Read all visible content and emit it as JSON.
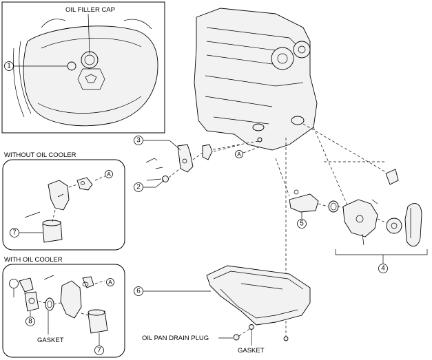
{
  "labels": {
    "oil_filler_cap": "OIL FILLER CAP",
    "without_oil_cooler": "WITHOUT OIL COOLER",
    "with_oil_cooler": "WITH OIL COOLER",
    "gasket_left": "GASKET",
    "oil_pan_drain_plug": "OIL PAN DRAIN PLUG",
    "gasket_bottom": "GASKET"
  },
  "callouts": {
    "c1": "1",
    "c2": "2",
    "c3": "3",
    "c4": "4",
    "c5": "5",
    "c6": "6",
    "c7a": "7",
    "c7b": "7",
    "c8": "8"
  },
  "refs": {
    "a_main": "A",
    "a_without": "A",
    "a_with": "A"
  }
}
